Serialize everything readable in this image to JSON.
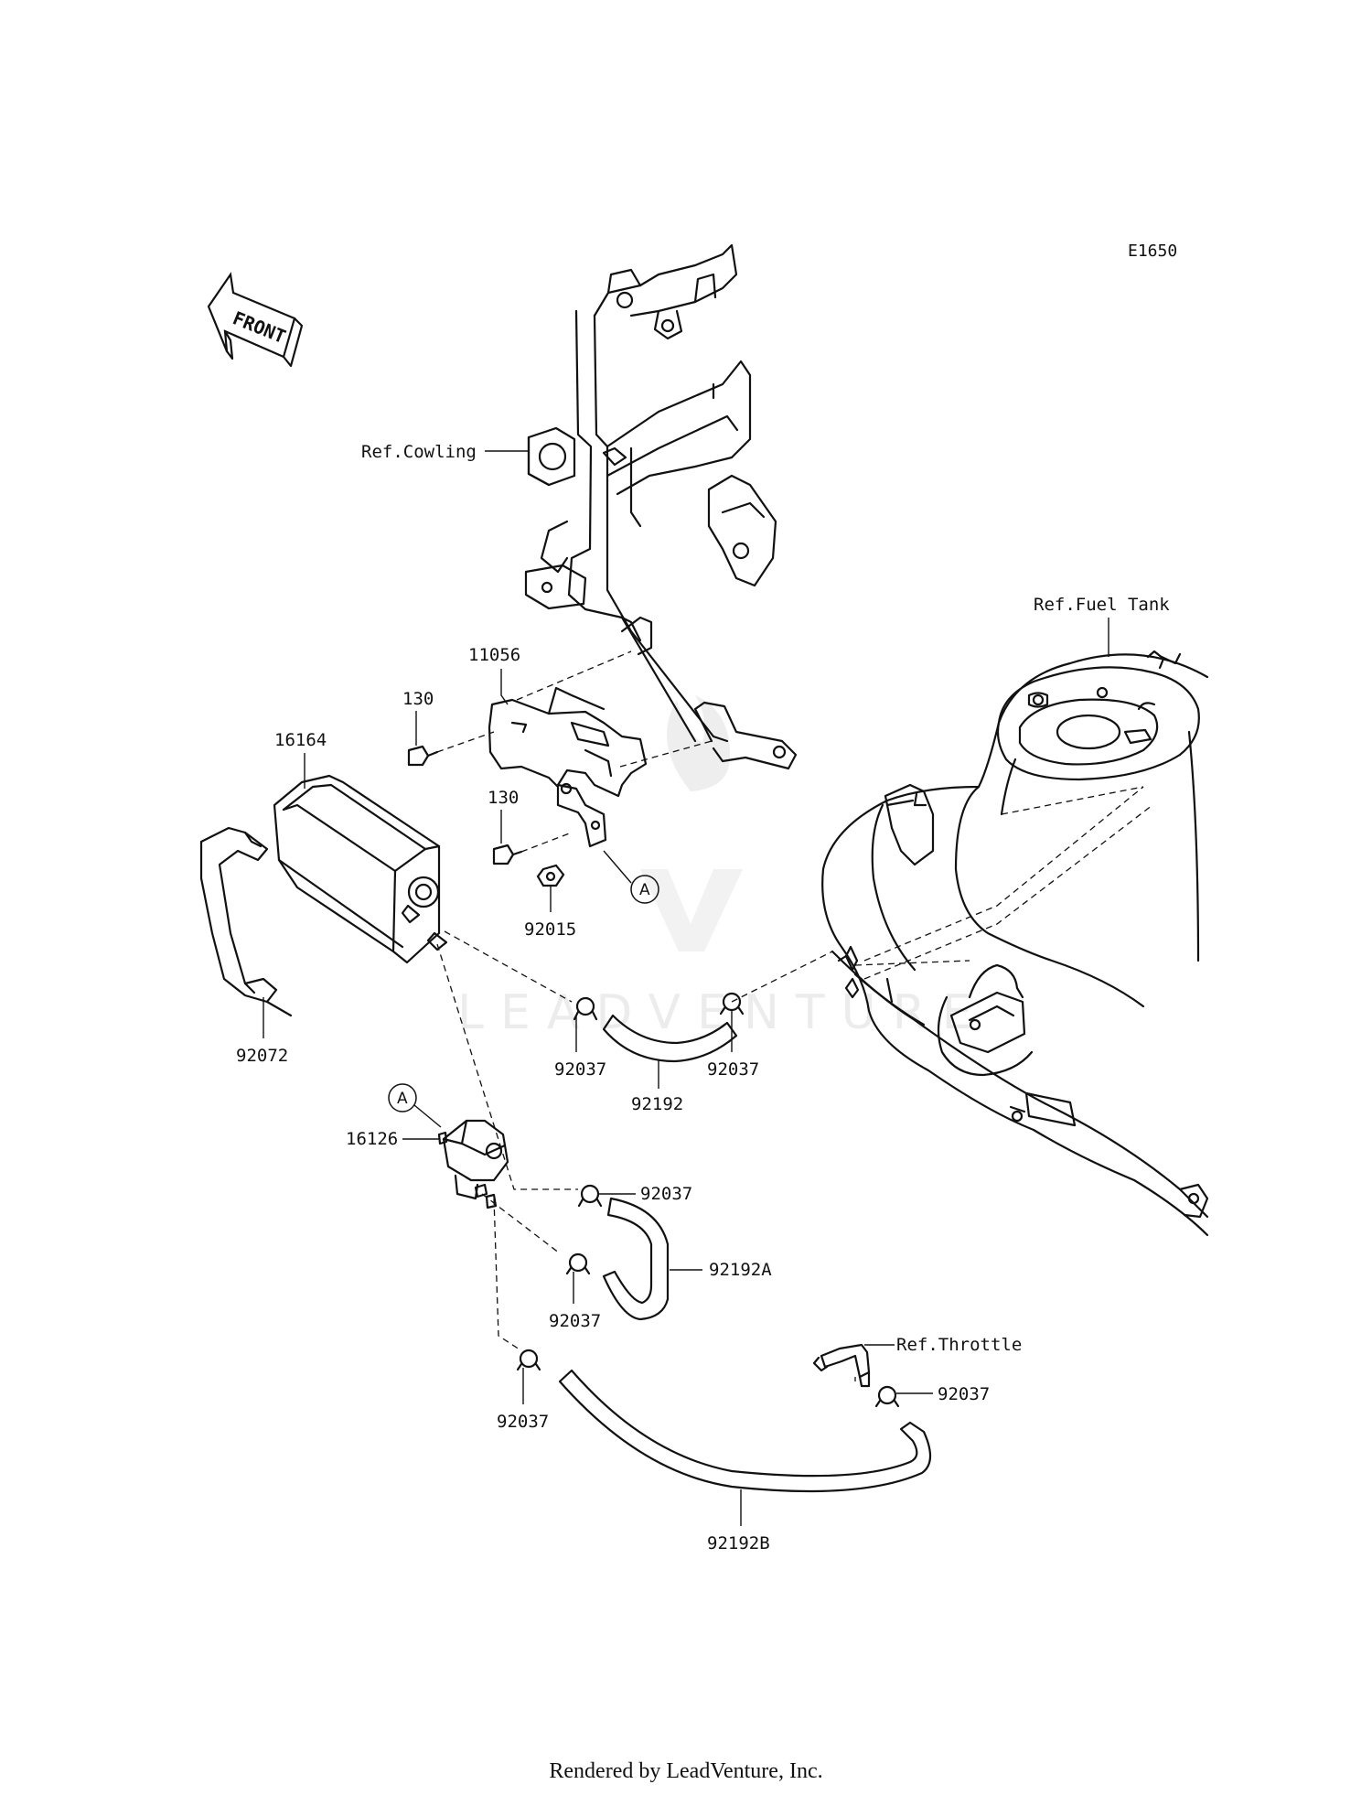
{
  "diagram_code": "E1650",
  "front_arrow_label": "FRONT",
  "watermark": "LEADVENTURE",
  "footer": "Rendered by LeadVenture, Inc.",
  "callouts": {
    "ref_cowling": "Ref.Cowling",
    "ref_fuel_tank": "Ref.Fuel Tank",
    "ref_throttle": "Ref.Throttle",
    "bracket": "11056",
    "bolt_upper": "130",
    "bolt_lower": "130",
    "canister": "16164",
    "nut": "92015",
    "band": "92072",
    "clamp_1": "92037",
    "clamp_2": "92037",
    "clamp_3": "92037",
    "clamp_4": "92037",
    "clamp_5": "92037",
    "clamp_6": "92037",
    "hose": "92192",
    "hose_a": "92192A",
    "hose_b": "92192B",
    "valve": "16126",
    "ref_mark_1": "A",
    "ref_mark_2": "A"
  }
}
